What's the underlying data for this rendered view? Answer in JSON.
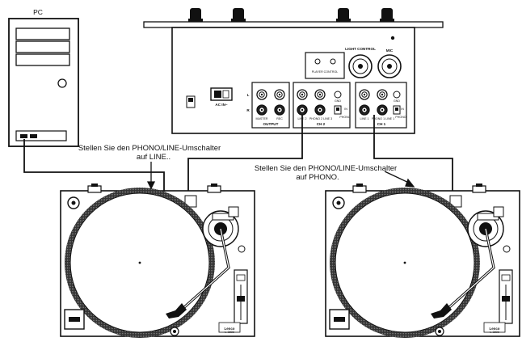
{
  "pc": {
    "label": "PC"
  },
  "mixer": {
    "ac_label": "AC IN~",
    "light_control": "LIGHT CONTROL",
    "mic": "MIC",
    "player_control": "PLAYER CONTROL",
    "out_l": "L",
    "out_r": "R",
    "master": "MASTER",
    "rec": "REC",
    "output": "OUTPUT",
    "line2": "LINE 2",
    "phono2": "PHONO 2 LINE 3",
    "line1": "LINE 1",
    "phono1": "PHONO 1 LINE 1",
    "ch2": "CH 2",
    "ch1": "CH 1",
    "gnd": "GND",
    "in": "IN",
    "phono": "PHONO"
  },
  "turntable": {
    "brand": "Lenco",
    "model": "L-3808"
  },
  "annotations": {
    "left_line1": "Stellen Sie den PHONO/LINE-Umschalter",
    "left_line2": "auf LINE..",
    "right_line1": "Stellen Sie den PHONO/LINE-Umschalter",
    "right_line2": "auf PHONO."
  }
}
